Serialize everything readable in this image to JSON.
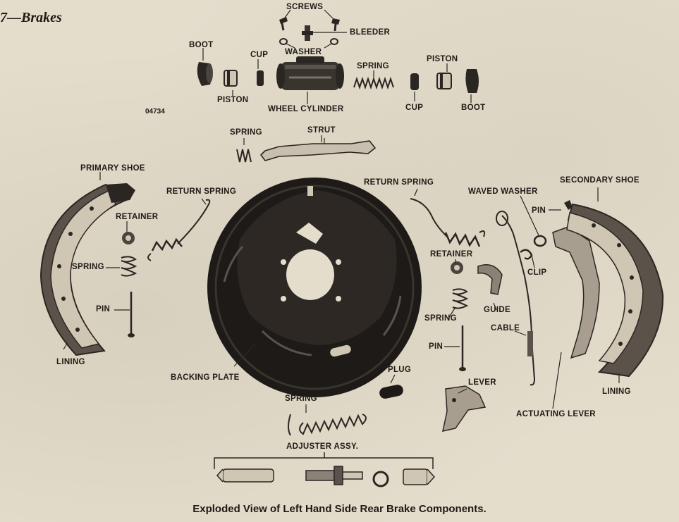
{
  "header": "7—Brakes",
  "caption": "Exploded View of Left Hand Side Rear Brake Components.",
  "part_code": "04734",
  "labels": {
    "screws": "SCREWS",
    "bleeder": "BLEEDER",
    "washer": "WASHER",
    "boot_left": "BOOT",
    "cup_left": "CUP",
    "piston_left": "PISTON",
    "wheel_cylinder": "WHEEL CYLINDER",
    "spring_top": "SPRING",
    "piston_right": "PISTON",
    "cup_right": "CUP",
    "boot_right": "BOOT",
    "spring_strut": "SPRING",
    "strut": "STRUT",
    "primary_shoe": "PRIMARY SHOE",
    "return_spring_left": "RETURN SPRING",
    "return_spring_right": "RETURN  SPRING",
    "waved_washer": "WAVED WASHER",
    "secondary_shoe": "SECONDARY SHOE",
    "retainer_left": "RETAINER",
    "pin_right_top": "PIN",
    "spring_left": "SPRING",
    "retainer_right": "RETAINER",
    "clip": "CLIP",
    "pin_left": "PIN",
    "guide": "GUIDE",
    "spring_mid_right": "SPRING",
    "cable": "CABLE",
    "lining_left": "LINING",
    "pin_mid": "PIN",
    "plug": "PLUG",
    "backing_plate": "BACKING PLATE",
    "lever": "LEVER",
    "lining_right": "LINING",
    "spring_bottom": "SPRING",
    "actuating_lever": "ACTUATING LEVER",
    "adjuster_assy": "ADJUSTER ASSY."
  }
}
